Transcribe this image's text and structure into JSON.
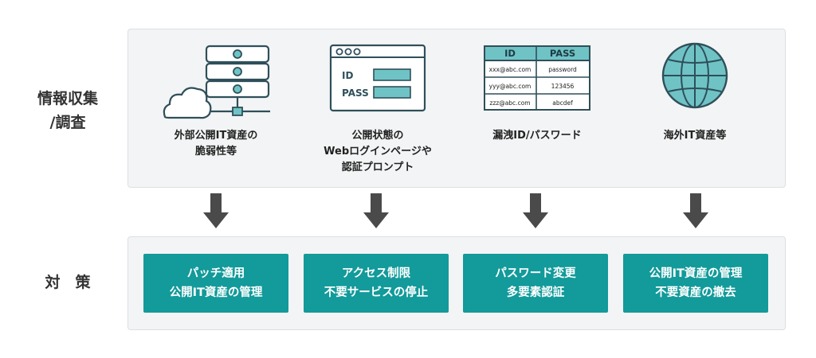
{
  "rows": {
    "investigation_label": [
      "情報収集",
      "/調査"
    ],
    "countermeasure_label": "対　策"
  },
  "investigation_items": [
    {
      "icon": "server-cloud-icon",
      "lines": [
        "外部公開IT資産の",
        "脆弱性等"
      ]
    },
    {
      "icon": "login-window-icon",
      "lines": [
        "公開状態の",
        "Webログインページや",
        "認証プロンプト"
      ],
      "icon_texts": {
        "id": "ID",
        "pass": "PASS"
      }
    },
    {
      "icon": "credential-table-icon",
      "lines": [
        "漏洩ID/パスワード"
      ],
      "table": {
        "headers": [
          "ID",
          "PASS"
        ],
        "rows": [
          [
            "xxx@abc.com",
            "password"
          ],
          [
            "yyy@abc.com",
            "123456"
          ],
          [
            "zzz@abc.com",
            "abcdef"
          ]
        ]
      }
    },
    {
      "icon": "globe-icon",
      "lines": [
        "海外IT資産等"
      ]
    }
  ],
  "countermeasures": [
    {
      "lines": [
        "パッチ適用",
        "公開IT資産の管理"
      ]
    },
    {
      "lines": [
        "アクセス制限",
        "不要サービスの停止"
      ]
    },
    {
      "lines": [
        "パスワード変更",
        "多要素認証"
      ]
    },
    {
      "lines": [
        "公開IT資産の管理",
        "不要資産の撤去"
      ]
    }
  ],
  "colors": {
    "teal": "#139a9a",
    "icon_stroke": "#2f4f5a",
    "icon_fill": "#6fc3c5",
    "arrow": "#4a4a4a",
    "panel": "#f3f4f5"
  }
}
